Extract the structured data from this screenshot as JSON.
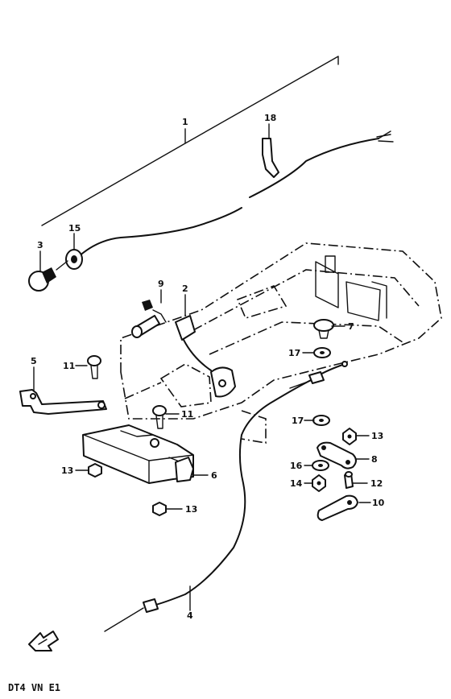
{
  "figure_code": "DT4 VN E1",
  "callouts": {
    "c1": "1",
    "c2": "2",
    "c3": "3",
    "c4": "4",
    "c5": "5",
    "c6": "6",
    "c7": "7",
    "c8": "8",
    "c9": "9",
    "c10": "10",
    "c11a": "11",
    "c11b": "11",
    "c12": "12",
    "c13a": "13",
    "c13b": "13",
    "c13c": "13",
    "c14": "14",
    "c15": "15",
    "c16": "16",
    "c17a": "17",
    "c17b": "17",
    "c18": "18"
  },
  "icons": {
    "front_arrow": "front-direction-arrow-icon"
  }
}
